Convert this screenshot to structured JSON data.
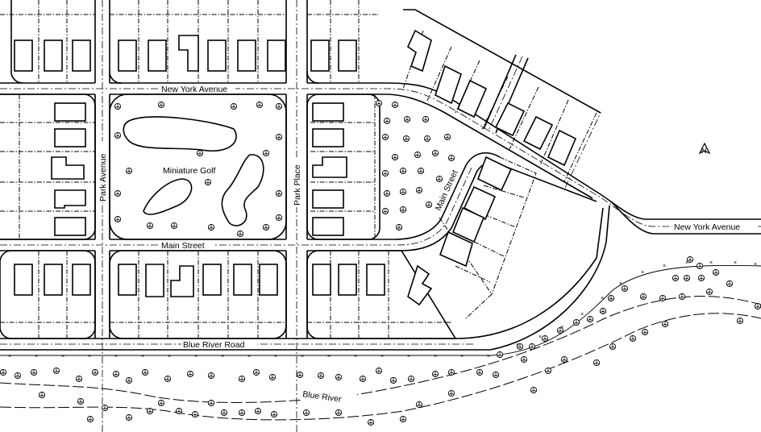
{
  "map": {
    "streets": {
      "new_york_avenue": "New York Avenue",
      "new_york_avenue_east": "New York Avenue",
      "park_avenue": "Park Avenue",
      "park_place": "Park Place",
      "main_street": "Main Street",
      "main_street_diagonal": "Main Street",
      "blue_river_road": "Blue River Road"
    },
    "features": {
      "miniature_golf": "Miniature Golf",
      "blue_river": "Blue River"
    },
    "compass": {
      "label": "N"
    }
  }
}
